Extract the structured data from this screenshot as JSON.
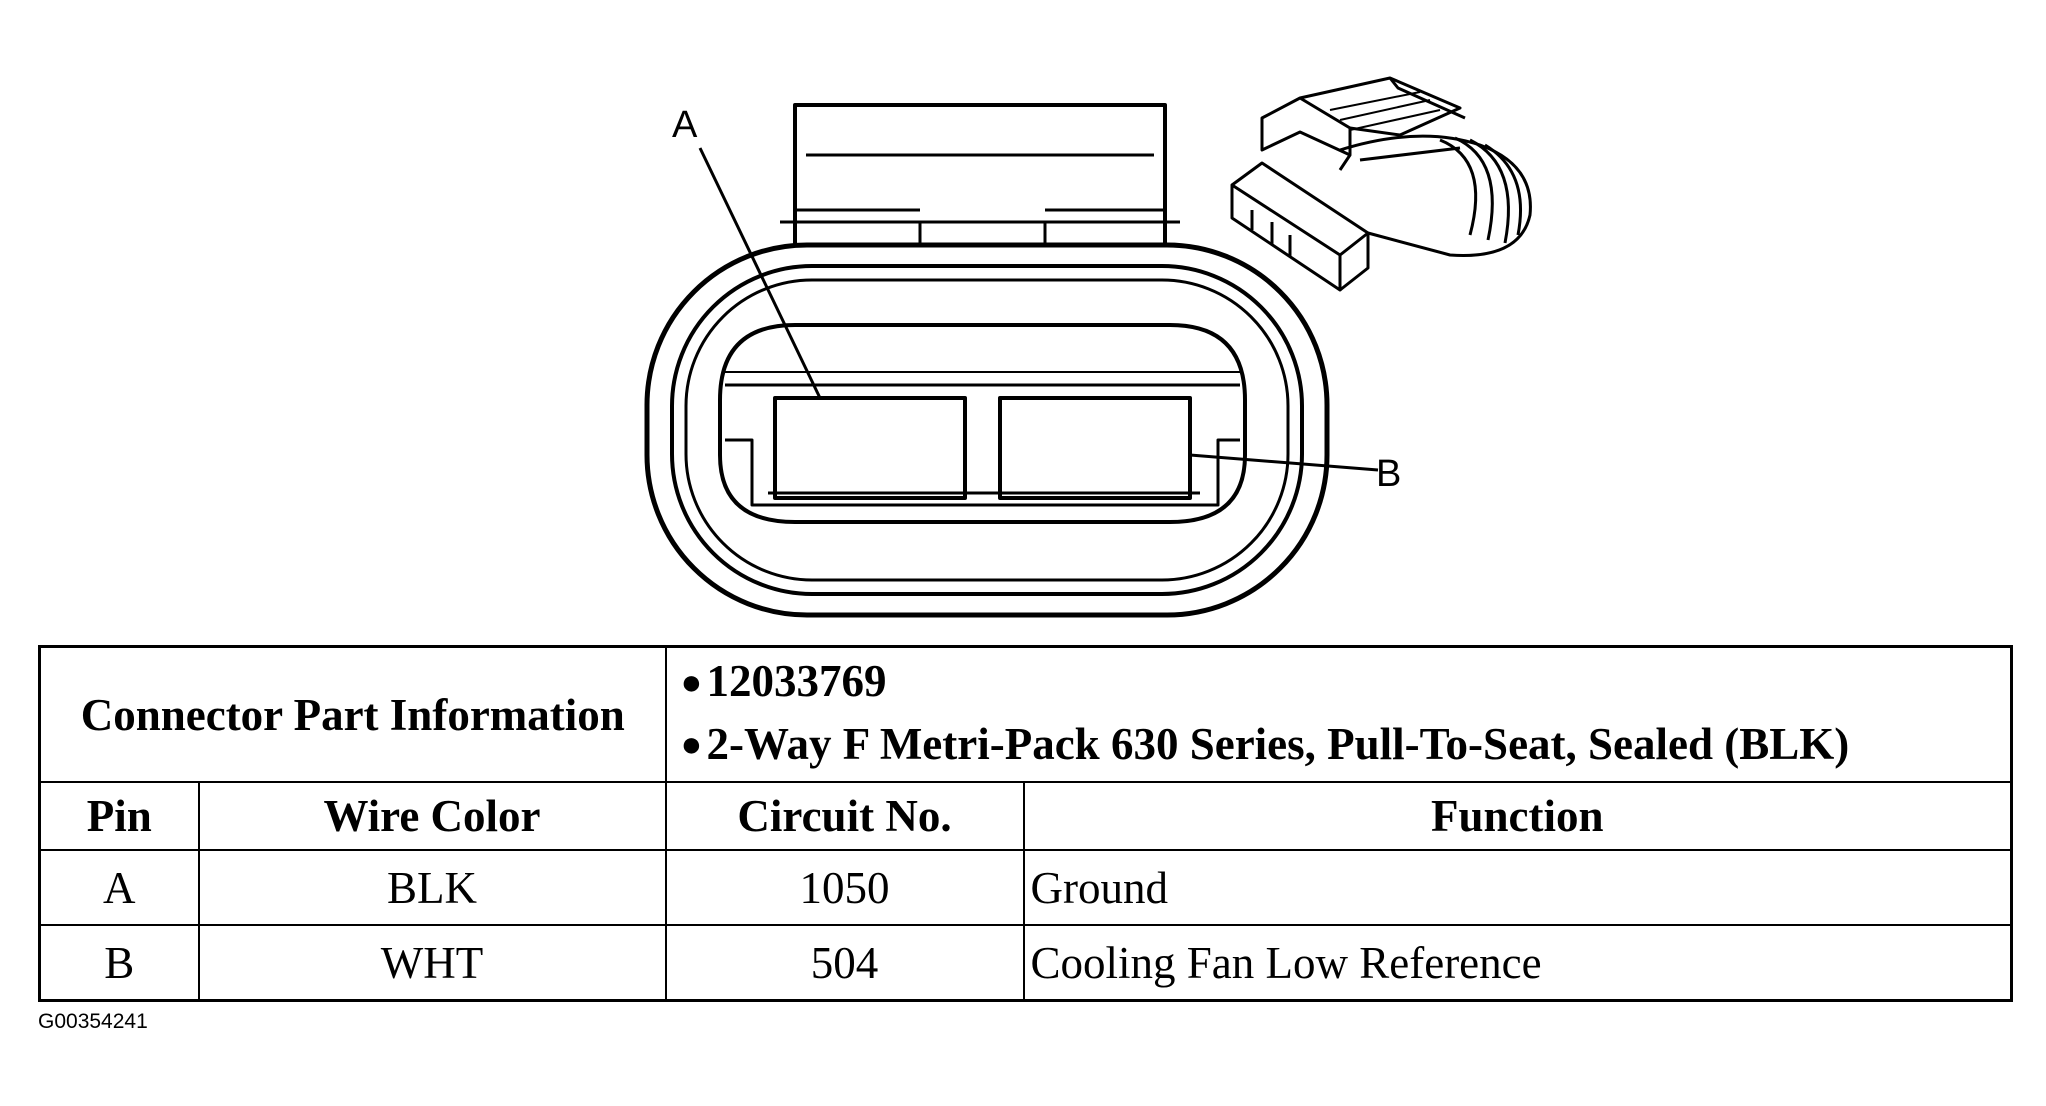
{
  "callouts": {
    "a": "A",
    "b": "B"
  },
  "connector_info": {
    "label": "Connector Part Information",
    "values": [
      "12033769",
      "2-Way F Metri-Pack 630 Series, Pull-To-Seat, Sealed (BLK)"
    ]
  },
  "table": {
    "headers": [
      "Pin",
      "Wire Color",
      "Circuit No.",
      "Function"
    ],
    "rows": [
      {
        "pin": "A",
        "wire_color": "BLK",
        "circuit": "1050",
        "function": "Ground"
      },
      {
        "pin": "B",
        "wire_color": "WHT",
        "circuit": "504",
        "function": "Cooling Fan Low Reference"
      }
    ]
  },
  "figure_id": "G00354241"
}
